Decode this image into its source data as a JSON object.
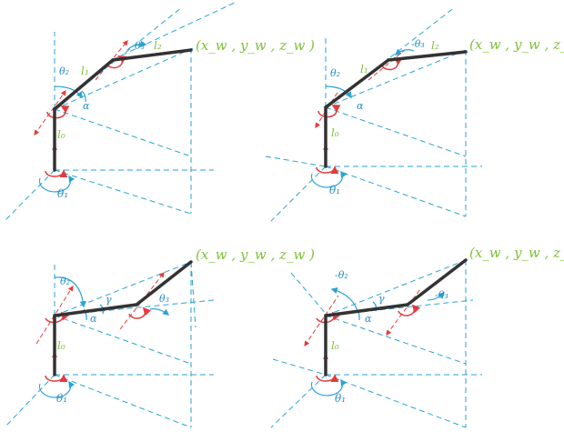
{
  "colors": {
    "guide": "#2aa3d6",
    "link": "#333333",
    "axis": "#e33b3b",
    "label_green": "#7ec23a",
    "label_blue": "#2a8fc0"
  },
  "icons": [
    "rotation-arrow-icon",
    "axis-arrow-icon"
  ],
  "panels": [
    {
      "wrist": "(x_w , y_w , z_w )",
      "theta1": "θ₁",
      "theta2": "θ₂",
      "theta3": "θ₃",
      "alpha": "α",
      "gamma": "",
      "l0": "l₀",
      "l1": "l₁",
      "l2": "l₂"
    },
    {
      "wrist": "(x_w , y_w , z_w )",
      "theta1": "θ₁",
      "theta2": "θ₂",
      "theta3": "-θ₃",
      "alpha": "α",
      "gamma": "",
      "l0": "l₀",
      "l1": "l₁",
      "l2": "l₂"
    },
    {
      "wrist": "(x_w , y_w , z_w )",
      "theta1": "θ₁",
      "theta2": "θ₂",
      "theta3": "θ₃",
      "alpha": "α",
      "gamma": "γ",
      "l0": "l₀",
      "l1": "",
      "l2": ""
    },
    {
      "wrist": "(x_w , y_w , z_w )",
      "theta1": "θ₁",
      "theta2": "-θ₂",
      "theta3": "-θ₃",
      "alpha": "α",
      "gamma": "γ",
      "l0": "l₀",
      "l1": "",
      "l2": ""
    }
  ]
}
